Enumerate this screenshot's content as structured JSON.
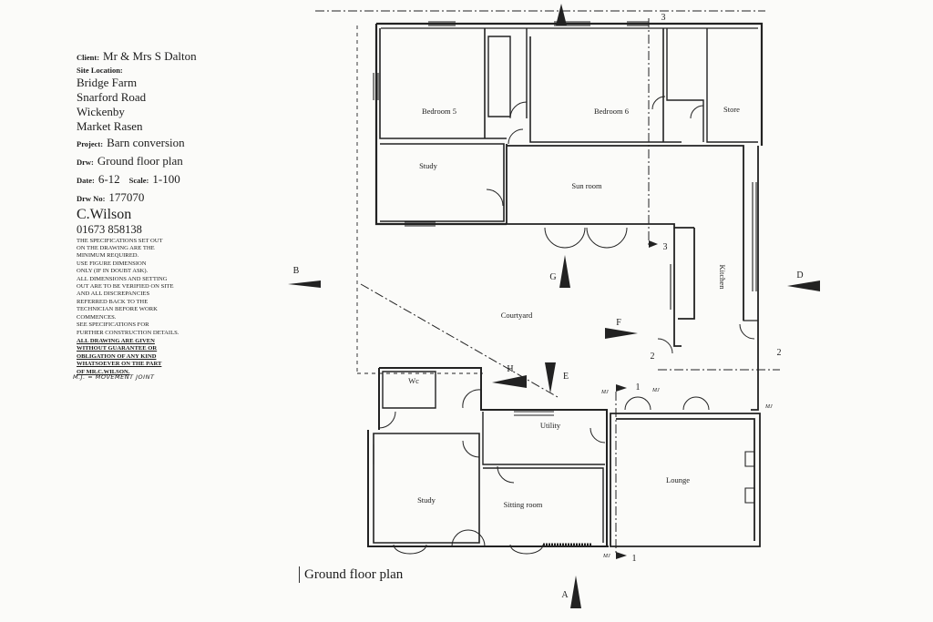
{
  "title_block": {
    "client_label": "Client:",
    "client_value": "Mr & Mrs S Dalton",
    "site_label": "Site Location:",
    "address": [
      "Bridge Farm",
      "Snarford Road",
      "Wickenby",
      "Market Rasen"
    ],
    "project_label": "Project:",
    "project_value": "Barn conversion",
    "drw_label": "Drw:",
    "drw_value": "Ground floor plan",
    "date_label": "Date:",
    "date_value": "6-12",
    "scale_label": "Scale:",
    "scale_value": "1-100",
    "drw_no_label": "Drw No:",
    "drw_no_value": "177070",
    "designer": "C.Wilson",
    "phone": "01673 858138",
    "notes": [
      "THE SPECIFICATIONS SET OUT",
      "ON THE DRAWING ARE THE",
      "MINIMUM REQUIRED.",
      "USE FIGURE DIMENSION",
      "ONLY (IF IN DOUBT ASK).",
      "ALL DIMENSIONS AND SETTING",
      "OUT ARE TO BE VERIFIED ON SITE",
      "AND ALL DISCREPANCIES",
      "REFERRED BACK TO THE",
      "TECHNICIAN BEFORE WORK",
      "COMMENCES.",
      "SEE SPECIFICATIONS FOR",
      "FURTHER CONSTRUCTION DETAILS."
    ],
    "warning": [
      "ALL DRAWING ARE GIVEN",
      "WITHOUT GUARANTEE OR",
      "OBLIGATION OF ANY KIND",
      "WHATSOEVER ON THE PART",
      "OF MR.C.WILSON."
    ]
  },
  "legend_note": "M.J. = MOVEMENT JOINT",
  "plan_caption": "Ground floor plan",
  "rooms": {
    "bedroom5": "Bedroom 5",
    "bedroom6": "Bedroom 6",
    "store": "Store",
    "study_upper": "Study",
    "sun_room": "Sun room",
    "courtyard": "Courtyard",
    "kitchen": "Kitchen",
    "wc": "Wc",
    "utility": "Utility",
    "study_lower": "Study",
    "sitting_room": "Sitting room",
    "lounge": "Lounge"
  },
  "markers": {
    "a": "A",
    "b": "B",
    "d": "D",
    "e": "E",
    "f": "F",
    "g": "G",
    "h": "H",
    "s1": "1",
    "s2": "2",
    "s3": "3",
    "mj": "MJ"
  }
}
